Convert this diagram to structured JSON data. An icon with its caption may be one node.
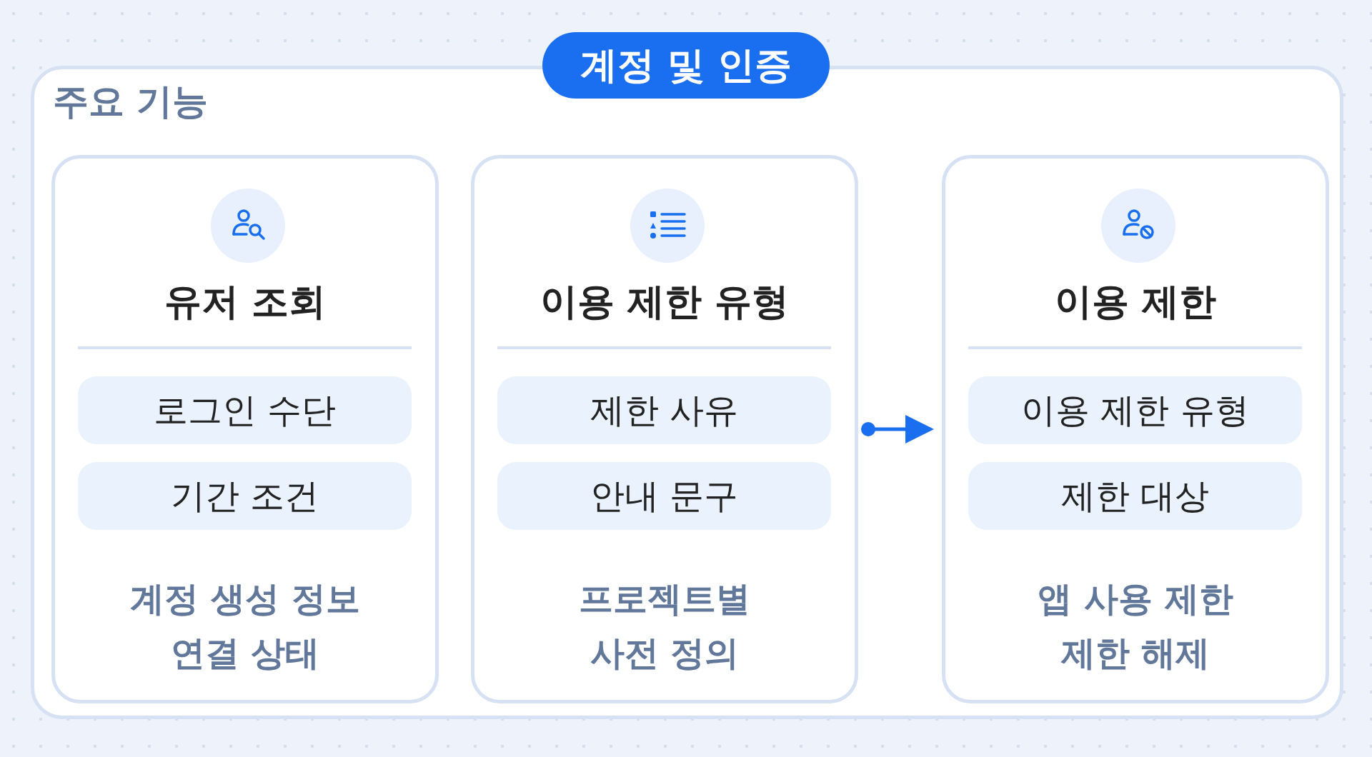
{
  "diagram": {
    "nodes": [
      {
        "text": [
          "계정 및 인증"
        ]
      },
      {
        "text": [
          "주요 기능"
        ]
      },
      {
        "text": [
          "유저 조회",
          "계정 생성 정보",
          "연결 상태"
        ],
        "in": 1
      },
      {
        "text": [
          "로그인 수단"
        ],
        "in": 2
      },
      {
        "text": [
          "기간 조건"
        ],
        "in": 2
      },
      {
        "text": [
          "이용 제한 유형",
          "프로젝트별 사전 정의"
        ],
        "in": 1
      },
      {
        "text": [
          "제한 사유"
        ],
        "in": 5
      },
      {
        "text": [
          "안내 문구"
        ],
        "in": 5
      },
      {
        "text": [
          "이용 제한",
          "앱 사용 제한",
          "제한 해제"
        ],
        "in": 1
      },
      {
        "text": [
          "이용 제한 유형"
        ],
        "in": 8
      },
      {
        "text": [
          "제한 대상"
        ],
        "in": 8
      }
    ],
    "edges": [
      {
        "from": 5,
        "to": 8,
        "arrow": "to"
      }
    ]
  }
}
